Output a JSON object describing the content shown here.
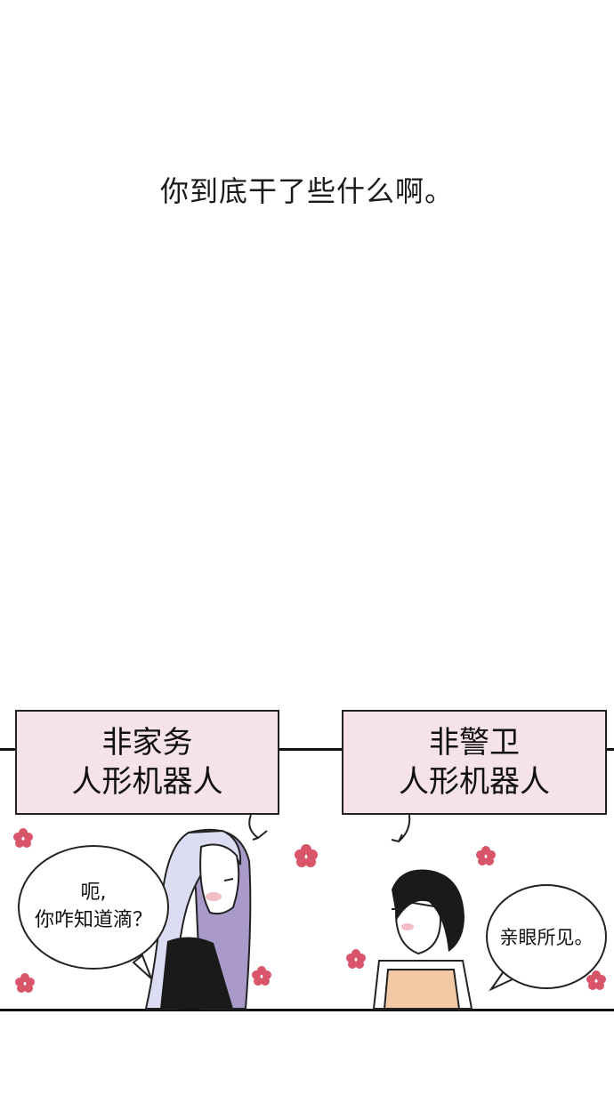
{
  "top_caption": "你到底干了些什么啊。",
  "left_label": {
    "line1": "非家务",
    "line2": "人形机器人"
  },
  "right_label": {
    "line1": "非警卫",
    "line2": "人形机器人"
  },
  "left_bubble": {
    "line1": "呃,",
    "line2": "你咋知道滴？"
  },
  "right_bubble": {
    "text": "亲眼所见。"
  },
  "colors": {
    "label_bg": "#f5e3e9",
    "flower": "#d9556a",
    "left_hair": "#dcdcf2",
    "left_hair_shade": "#a99ac9",
    "right_top": "#f2c9a4"
  }
}
